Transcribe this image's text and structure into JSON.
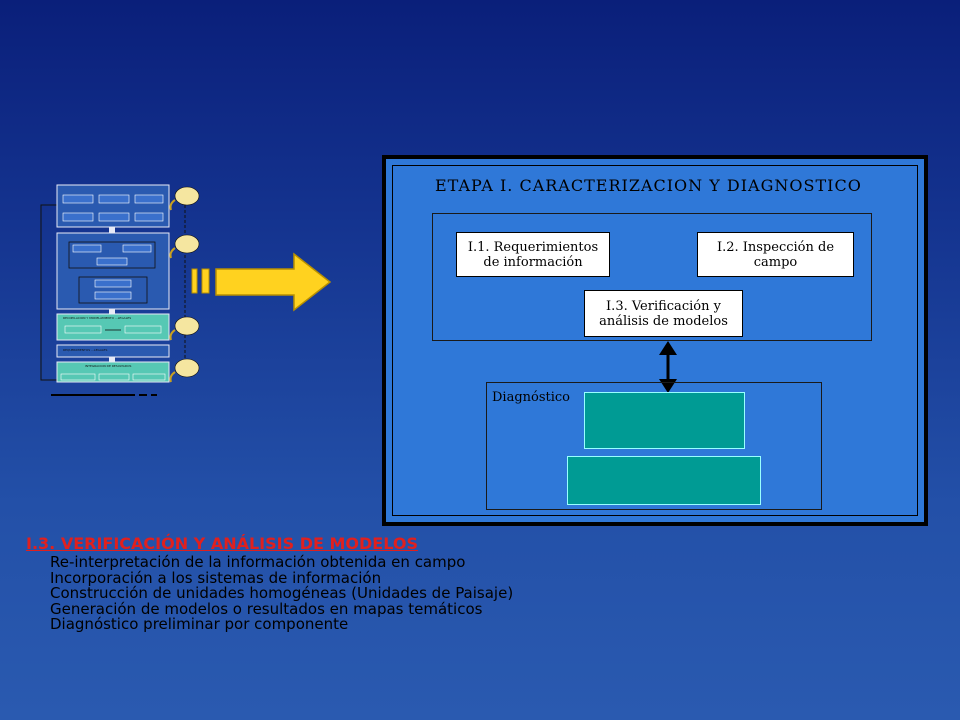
{
  "thumbnail": {
    "band_labels": [
      "RECOPILACION Y MODELAMIENTO ...LEGALES",
      "REQUERIMIENTOS ...LEGALES",
      "INTEGRACION DE RESULTADOS"
    ]
  },
  "diagram": {
    "title": "ETAPA I.  CARACTERIZACION Y DIAGNOSTICO",
    "box_i1": "I.1. Requerimientos de información",
    "box_i2": "I.2. Inspección de campo",
    "box_i3": "I.3. Verificación y análisis de modelos",
    "diagnostico_label": "Diagnóstico"
  },
  "section": {
    "heading": "I.3. VERIFICACIÓN  Y ANÁLISIS  DE MODELOS",
    "items": [
      "Re-interpretación de la información obtenida en campo",
      "Incorporación a los sistemas de información",
      "Construcción de unidades homogéneas (Unidades de Paisaje)",
      "Generación de modelos o resultados en mapas temáticos",
      "Diagnóstico preliminar por componente"
    ]
  },
  "colors": {
    "heading": "#e0201e",
    "arrow": "#ffd21f",
    "teal": "#009b94",
    "frame": "#2f78d8"
  }
}
